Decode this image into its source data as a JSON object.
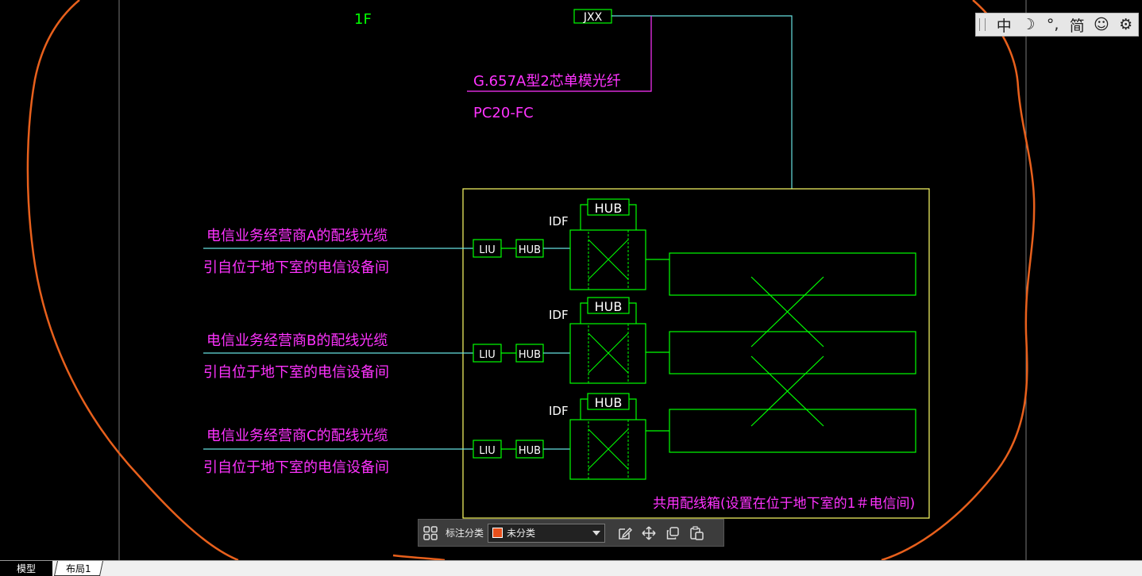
{
  "drawing": {
    "floor_label": "1F",
    "junction_box": "JXX",
    "fiber_spec": "G.657A型2芯单模光纤",
    "conduit_spec": "PC20-FC",
    "box_note": "共用配线箱(设置在位于地下室的1＃电信间)",
    "operators": [
      {
        "cable_label": "电信业务经营商A的配线光缆",
        "origin_label": "引自位于地下室的电信设备间",
        "liu": "LIU",
        "hub": "HUB",
        "idf": "IDF",
        "idf_hub": "HUB"
      },
      {
        "cable_label": "电信业务经营商B的配线光缆",
        "origin_label": "引自位于地下室的电信设备间",
        "liu": "LIU",
        "hub": "HUB",
        "idf": "IDF",
        "idf_hub": "HUB"
      },
      {
        "cable_label": "电信业务经营商C的配线光缆",
        "origin_label": "引自位于地下室的电信设备间",
        "liu": "LIU",
        "hub": "HUB",
        "idf": "IDF",
        "idf_hub": "HUB"
      }
    ],
    "colors": {
      "green": "#00ff00",
      "magenta": "#ff33ff",
      "cyan": "#66e0e0",
      "yellow": "#ffff66",
      "orange": "#e8601c",
      "grey": "#777777"
    }
  },
  "ime_toolbar": {
    "items": [
      {
        "name": "ime-lang-toggle",
        "glyph": "中"
      },
      {
        "name": "moon-icon",
        "glyph": "☽"
      },
      {
        "name": "punctuation-toggle",
        "glyph": "°,"
      },
      {
        "name": "ime-simplified-toggle",
        "glyph": "简"
      },
      {
        "name": "smiley-icon",
        "glyph": "☺"
      },
      {
        "name": "settings-gear-icon",
        "glyph": "⚙"
      }
    ]
  },
  "annotation_toolbar": {
    "category_label": "标注分类",
    "selected_category": "未分类",
    "swatch_color": "#e8501c"
  },
  "tabs": {
    "model": "模型",
    "layout1": "布局1"
  }
}
